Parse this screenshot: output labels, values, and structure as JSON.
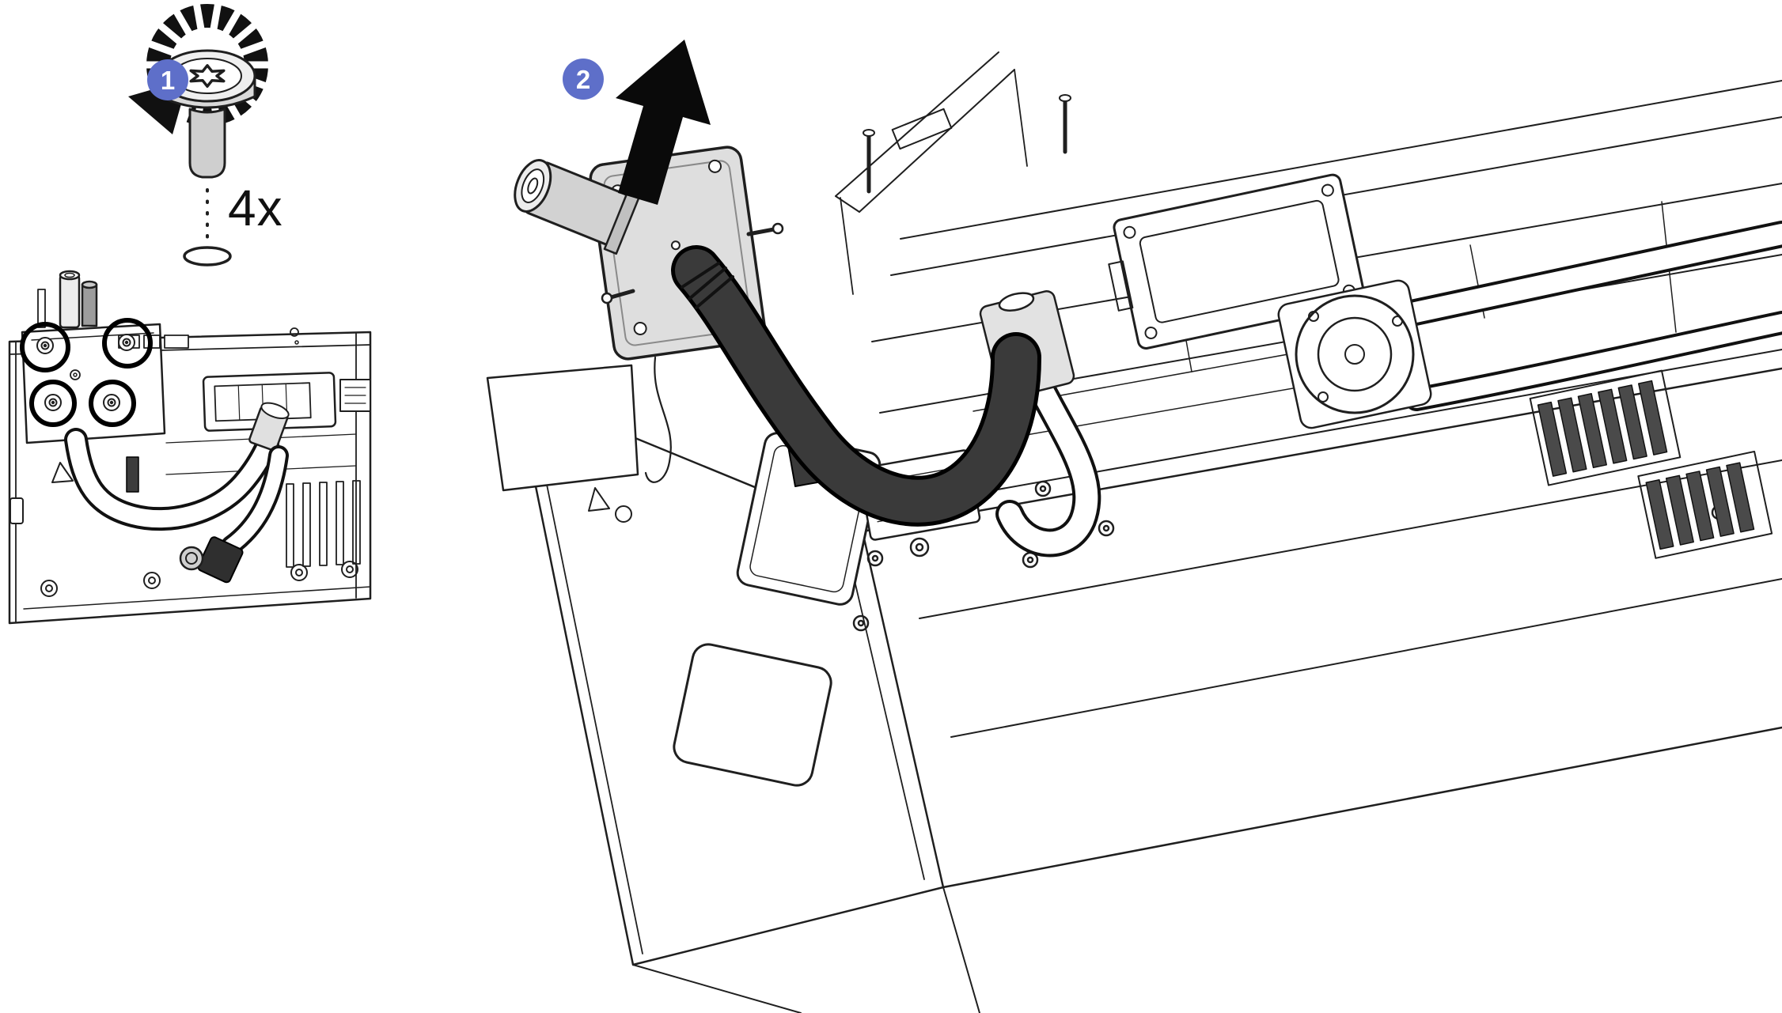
{
  "figure": {
    "steps": [
      {
        "badge": "1",
        "quantity": "4x"
      },
      {
        "badge": "2"
      }
    ],
    "colors": {
      "badge_blue": "#5e6fc9",
      "hose_dark": "#3a3a3a",
      "line": "#1f1f1f",
      "metal_light": "#dedede"
    }
  }
}
